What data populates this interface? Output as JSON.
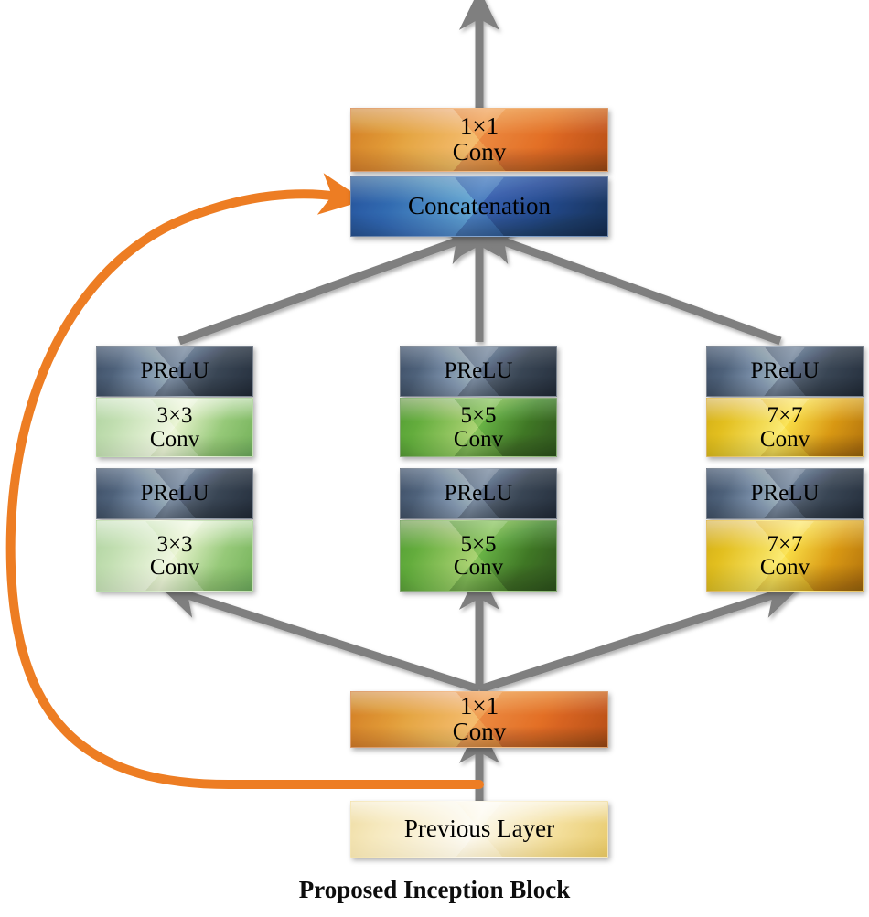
{
  "figure": {
    "caption": "Proposed Inception Block",
    "colors": {
      "arrow_gray": "#7f7f7f",
      "skip_orange": "#ED7D23",
      "conv1x1_orange": "#E8892F",
      "concatenation_blue": "#2D5FA3",
      "prelu_slate": "#49596C",
      "conv3x3_light_green": "#A9D391",
      "conv5x5_dark_green": "#51902F",
      "conv7x7_gold": "#E0AB18",
      "previous_layer_cream": "#F6E5AE",
      "background": "#FFFFFF"
    }
  },
  "nodes": {
    "output_conv": {
      "line1": "1×1",
      "line2": "Conv"
    },
    "concatenation": {
      "line1": "Concatenation",
      "line2": ""
    },
    "input_conv": {
      "line1": "1×1",
      "line2": "Conv"
    },
    "previous_layer": {
      "line1": "Previous Layer",
      "line2": ""
    },
    "prelu": {
      "line1": "PReLU",
      "line2": ""
    },
    "conv3x3": {
      "line1": "3×3",
      "line2": "Conv"
    },
    "conv5x5": {
      "line1": "5×5",
      "line2": "Conv"
    },
    "conv7x7": {
      "line1": "7×7",
      "line2": "Conv"
    }
  },
  "branches": {
    "left": {
      "name": "3x3-branch",
      "stack": [
        "prelu",
        "conv3x3",
        "prelu",
        "conv3x3"
      ]
    },
    "middle": {
      "name": "5x5-branch",
      "stack": [
        "prelu",
        "conv5x5",
        "prelu",
        "conv5x5"
      ]
    },
    "right": {
      "name": "7x7-branch",
      "stack": [
        "prelu",
        "conv7x7",
        "prelu",
        "conv7x7"
      ]
    }
  },
  "edges": [
    {
      "name": "output-arrow",
      "from": "output_conv",
      "to": "above",
      "style": "gray-arrow"
    },
    {
      "name": "left-to-concat",
      "from": "left_branch_top",
      "to": "concatenation",
      "style": "gray-arrow"
    },
    {
      "name": "middle-to-concat",
      "from": "middle_branch_top",
      "to": "concatenation",
      "style": "gray-arrow"
    },
    {
      "name": "right-to-concat",
      "from": "right_branch_top",
      "to": "concatenation",
      "style": "gray-arrow"
    },
    {
      "name": "input-to-left",
      "from": "input_conv",
      "to": "left_branch_bottom",
      "style": "gray-arrow"
    },
    {
      "name": "input-to-middle",
      "from": "input_conv",
      "to": "middle_branch_bottom",
      "style": "gray-arrow"
    },
    {
      "name": "input-to-right",
      "from": "input_conv",
      "to": "right_branch_bottom",
      "style": "gray-arrow"
    },
    {
      "name": "previous-to-input",
      "from": "previous_layer",
      "to": "input_conv",
      "style": "gray-arrow"
    },
    {
      "name": "skip-connection",
      "from": "previous_layer",
      "to": "concatenation",
      "style": "orange-curved-arrow"
    }
  ]
}
